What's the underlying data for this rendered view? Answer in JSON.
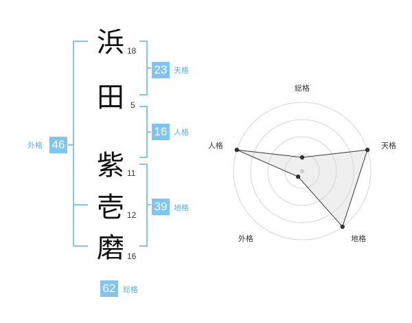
{
  "name": {
    "characters": [
      {
        "char": "浜",
        "strokes": "18"
      },
      {
        "char": "田",
        "strokes": "5"
      },
      {
        "char": "紫",
        "strokes": "11"
      },
      {
        "char": "壱",
        "strokes": "12"
      },
      {
        "char": "磨",
        "strokes": "16"
      }
    ]
  },
  "scores": {
    "tenkaku": {
      "value": "23",
      "label": "天格"
    },
    "jinkaku": {
      "value": "16",
      "label": "人格"
    },
    "chikaku": {
      "value": "39",
      "label": "地格"
    },
    "gaikaku": {
      "value": "46",
      "label": "外格"
    },
    "soukaku": {
      "value": "62",
      "label": "総格"
    }
  },
  "colors": {
    "accent": "#7ec5ef",
    "label": "#5fb0e6"
  },
  "chart_data": {
    "type": "radar",
    "axes": [
      "総格",
      "天格",
      "地格",
      "外格",
      "人格"
    ],
    "series": [
      {
        "values": [
          0.2,
          1.0,
          1.0,
          0.1,
          1.0
        ]
      }
    ],
    "rings": 4,
    "grid": true
  }
}
